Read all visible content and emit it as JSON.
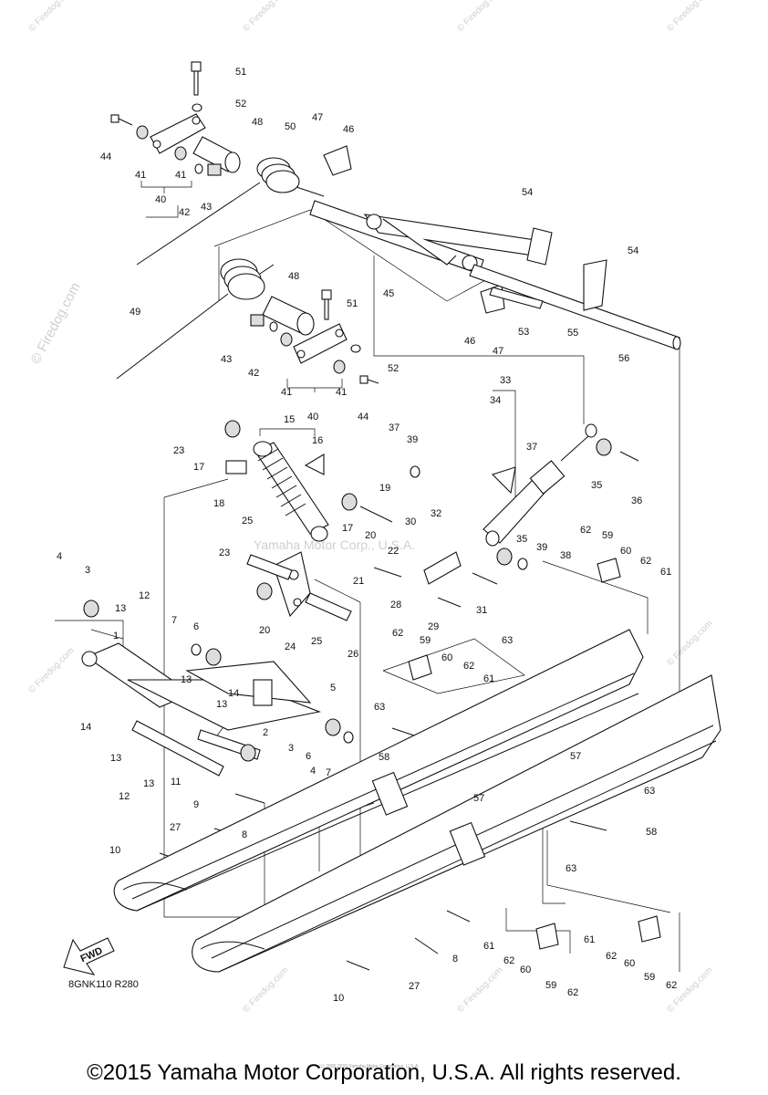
{
  "diagram": {
    "ref_code": "8GNK110 R280",
    "fwd_label": "FWD",
    "copyright": "©2015 Yamaha Motor Corporation, U.S.A. All rights reserved.",
    "small_copyright": "(c) 2005-2015 Yamaha Motor Corporation, U.S.A.",
    "center_watermark": "Yamaha Motor Corp., U.S.A.",
    "side_watermark": "© Firedog.com",
    "corner_watermark": "© Firedog.com"
  },
  "callouts": [
    {
      "id": "c51a",
      "label": "51"
    },
    {
      "id": "c52a",
      "label": "52"
    },
    {
      "id": "c44a",
      "label": "44"
    },
    {
      "id": "c41a",
      "label": "41"
    },
    {
      "id": "c41b",
      "label": "41"
    },
    {
      "id": "c40a",
      "label": "40"
    },
    {
      "id": "c42a",
      "label": "42"
    },
    {
      "id": "c43a",
      "label": "43"
    },
    {
      "id": "c48a",
      "label": "48"
    },
    {
      "id": "c50",
      "label": "50"
    },
    {
      "id": "c47a",
      "label": "47"
    },
    {
      "id": "c46a",
      "label": "46"
    },
    {
      "id": "c54a",
      "label": "54"
    },
    {
      "id": "c54b",
      "label": "54"
    },
    {
      "id": "c45",
      "label": "45"
    },
    {
      "id": "c46b",
      "label": "46"
    },
    {
      "id": "c47b",
      "label": "47"
    },
    {
      "id": "c53",
      "label": "53"
    },
    {
      "id": "c55",
      "label": "55"
    },
    {
      "id": "c56",
      "label": "56"
    },
    {
      "id": "c48b",
      "label": "48"
    },
    {
      "id": "c51b",
      "label": "51"
    },
    {
      "id": "c49",
      "label": "49"
    },
    {
      "id": "c43b",
      "label": "43"
    },
    {
      "id": "c42b",
      "label": "42"
    },
    {
      "id": "c52b",
      "label": "52"
    },
    {
      "id": "c41c",
      "label": "41"
    },
    {
      "id": "c41d",
      "label": "41"
    },
    {
      "id": "c40b",
      "label": "40"
    },
    {
      "id": "c44b",
      "label": "44"
    },
    {
      "id": "c33",
      "label": "33"
    },
    {
      "id": "c34",
      "label": "34"
    },
    {
      "id": "c15",
      "label": "15"
    },
    {
      "id": "c16",
      "label": "16"
    },
    {
      "id": "c23a",
      "label": "23"
    },
    {
      "id": "c17a",
      "label": "17"
    },
    {
      "id": "c18",
      "label": "18"
    },
    {
      "id": "c37a",
      "label": "37"
    },
    {
      "id": "c39a",
      "label": "39"
    },
    {
      "id": "c37b",
      "label": "37"
    },
    {
      "id": "c35a",
      "label": "35"
    },
    {
      "id": "c36",
      "label": "36"
    },
    {
      "id": "c19",
      "label": "19"
    },
    {
      "id": "c17b",
      "label": "17"
    },
    {
      "id": "c20a",
      "label": "20"
    },
    {
      "id": "c32",
      "label": "32"
    },
    {
      "id": "c30",
      "label": "30"
    },
    {
      "id": "c22",
      "label": "22"
    },
    {
      "id": "c35b",
      "label": "35"
    },
    {
      "id": "c39b",
      "label": "39"
    },
    {
      "id": "c38",
      "label": "38"
    },
    {
      "id": "c62a",
      "label": "62"
    },
    {
      "id": "c59a",
      "label": "59"
    },
    {
      "id": "c60a",
      "label": "60"
    },
    {
      "id": "c62b",
      "label": "62"
    },
    {
      "id": "c61a",
      "label": "61"
    },
    {
      "id": "c25a",
      "label": "25"
    },
    {
      "id": "c23b",
      "label": "23"
    },
    {
      "id": "c21",
      "label": "21"
    },
    {
      "id": "c28",
      "label": "28"
    },
    {
      "id": "c31",
      "label": "31"
    },
    {
      "id": "c4a",
      "label": "4"
    },
    {
      "id": "c3a",
      "label": "3"
    },
    {
      "id": "c13a",
      "label": "13"
    },
    {
      "id": "c12a",
      "label": "12"
    },
    {
      "id": "c7a",
      "label": "7"
    },
    {
      "id": "c6a",
      "label": "6"
    },
    {
      "id": "c20b",
      "label": "20"
    },
    {
      "id": "c24",
      "label": "24"
    },
    {
      "id": "c25b",
      "label": "25"
    },
    {
      "id": "c26",
      "label": "26"
    },
    {
      "id": "c29",
      "label": "29"
    },
    {
      "id": "c1",
      "label": "1"
    },
    {
      "id": "c62c",
      "label": "62"
    },
    {
      "id": "c59b",
      "label": "59"
    },
    {
      "id": "c60b",
      "label": "60"
    },
    {
      "id": "c62d",
      "label": "62"
    },
    {
      "id": "c63a",
      "label": "63"
    },
    {
      "id": "c61b",
      "label": "61"
    },
    {
      "id": "c13b",
      "label": "13"
    },
    {
      "id": "c14a",
      "label": "14"
    },
    {
      "id": "c5",
      "label": "5"
    },
    {
      "id": "c13c",
      "label": "13"
    },
    {
      "id": "c14b",
      "label": "14"
    },
    {
      "id": "c2",
      "label": "2"
    },
    {
      "id": "c63b",
      "label": "63"
    },
    {
      "id": "c3b",
      "label": "3"
    },
    {
      "id": "c4b",
      "label": "4"
    },
    {
      "id": "c6b",
      "label": "6"
    },
    {
      "id": "c7b",
      "label": "7"
    },
    {
      "id": "c58a",
      "label": "58"
    },
    {
      "id": "c57a",
      "label": "57"
    },
    {
      "id": "c57b",
      "label": "57"
    },
    {
      "id": "c63c",
      "label": "63"
    },
    {
      "id": "c13d",
      "label": "13"
    },
    {
      "id": "c13e",
      "label": "13"
    },
    {
      "id": "c11",
      "label": "11"
    },
    {
      "id": "c12b",
      "label": "12"
    },
    {
      "id": "c9",
      "label": "9"
    },
    {
      "id": "c27a",
      "label": "27"
    },
    {
      "id": "c8a",
      "label": "8"
    },
    {
      "id": "c58b",
      "label": "58"
    },
    {
      "id": "c10a",
      "label": "10"
    },
    {
      "id": "c63d",
      "label": "63"
    },
    {
      "id": "c8b",
      "label": "8"
    },
    {
      "id": "c61c",
      "label": "61"
    },
    {
      "id": "c62e",
      "label": "62"
    },
    {
      "id": "c60c",
      "label": "60"
    },
    {
      "id": "c59c",
      "label": "59"
    },
    {
      "id": "c62f",
      "label": "62"
    },
    {
      "id": "c61d",
      "label": "61"
    },
    {
      "id": "c62g",
      "label": "62"
    },
    {
      "id": "c60d",
      "label": "60"
    },
    {
      "id": "c59d",
      "label": "59"
    },
    {
      "id": "c62h",
      "label": "62"
    },
    {
      "id": "c27b",
      "label": "27"
    },
    {
      "id": "c10b",
      "label": "10"
    }
  ]
}
